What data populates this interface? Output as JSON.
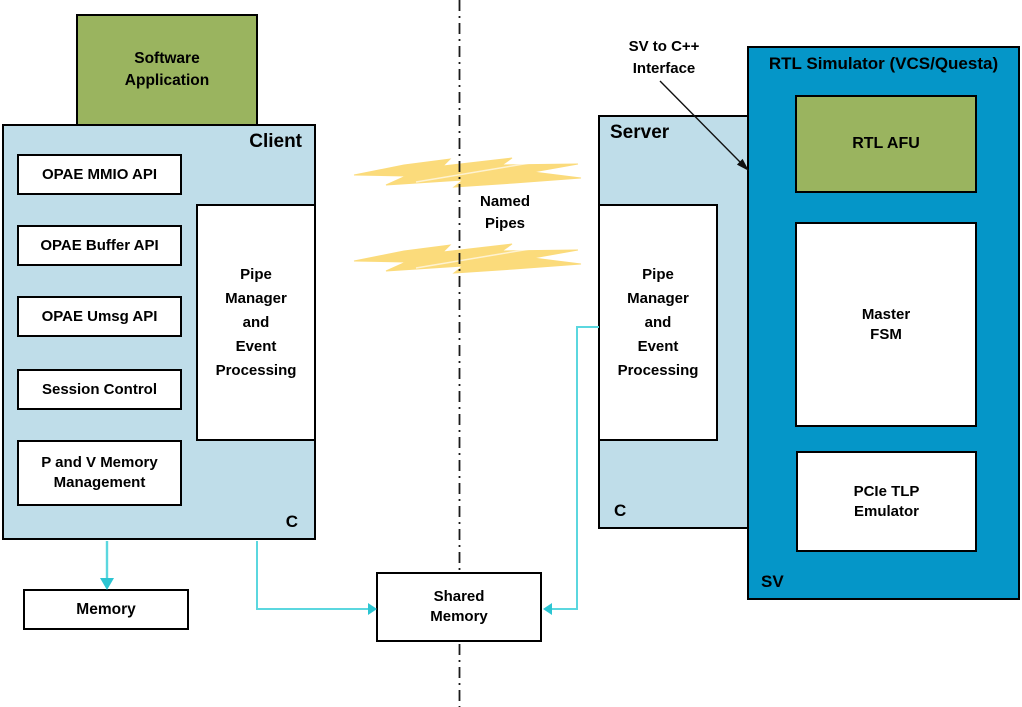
{
  "colors": {
    "light_blue": "#BFDDE9",
    "dark_blue": "#0596C8",
    "green": "#9AB45F",
    "connector_line": "#5BD7DF",
    "connector_head": "#2CC5D2",
    "pipe_yellow": "#FBDB7B",
    "boundary_line": "#1a1a1a"
  },
  "client": {
    "title": "Client",
    "language_label": "C",
    "software_app_label": "Software\nApplication",
    "api_boxes": [
      "OPAE MMIO API",
      "OPAE Buffer API",
      "OPAE Umsg API",
      "Session Control",
      "P and V Memory\nManagement"
    ],
    "pipe_manager_label": "Pipe\nManager\nand\nEvent\nProcessing"
  },
  "server": {
    "title": "Server",
    "language_label": "C",
    "pipe_manager_label": "Pipe\nManager\nand\nEvent\nProcessing"
  },
  "rtl_simulator": {
    "title": "RTL Simulator (VCS/Questa)",
    "language_label": "SV",
    "blocks": [
      "RTL AFU",
      "Master\nFSM",
      "PCIe TLP\nEmulator"
    ]
  },
  "memory_label": "Memory",
  "shared_memory_label": "Shared\nMemory",
  "named_pipes_label": "Named\nPipes",
  "sv_interface_label": "SV to C++\nInterface"
}
